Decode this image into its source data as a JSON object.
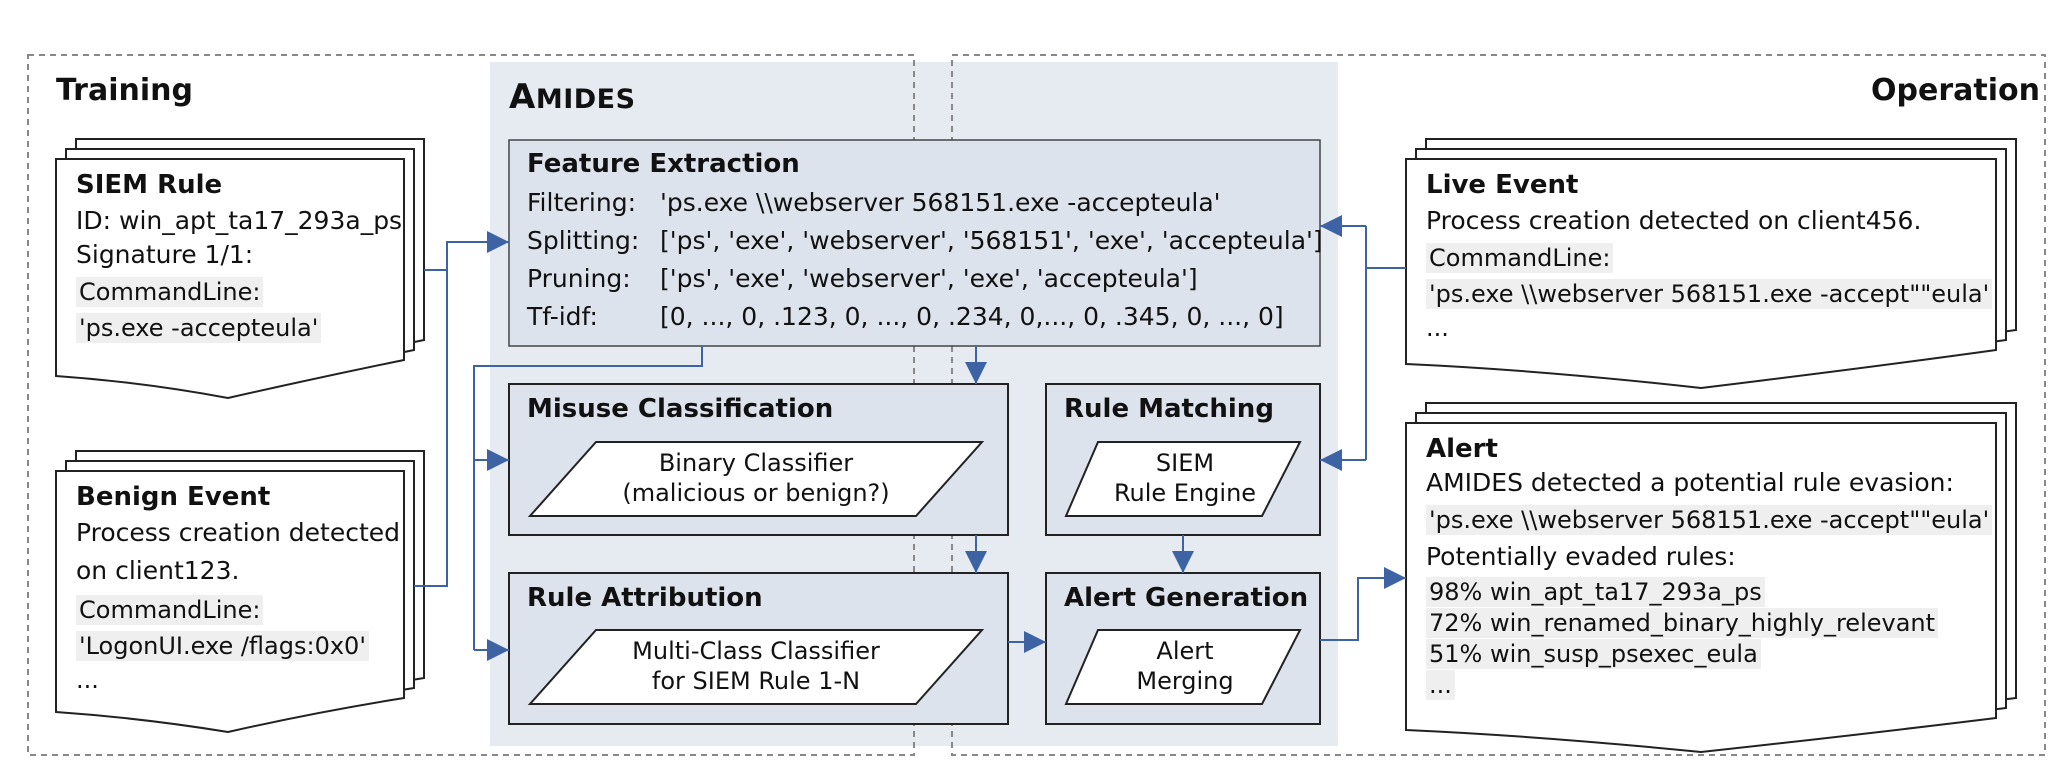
{
  "sections": {
    "training": "Training",
    "operation": "Operation",
    "amides_first": "A",
    "amides_rest": "MIDES"
  },
  "siem_rule": {
    "title": "SIEM Rule",
    "id_line": "ID: win_apt_ta17_293a_ps",
    "signature": "Signature 1/1:",
    "field": "CommandLine:",
    "value": "'ps.exe -accepteula'"
  },
  "benign_event": {
    "title": "Benign Event",
    "line1": "Process creation detected",
    "line2": "on client123.",
    "field": "CommandLine:",
    "value": "'LogonUI.exe /flags:0x0'",
    "ellipsis": "..."
  },
  "feature_extraction": {
    "title": "Feature Extraction",
    "rows": [
      {
        "label": "Filtering:",
        "value": "'ps.exe \\\\webserver 568151.exe -accepteula'"
      },
      {
        "label": "Splitting:",
        "value": "['ps', 'exe', 'webserver', '568151', 'exe', 'accepteula']"
      },
      {
        "label": "Pruning:",
        "value": "['ps', 'exe', 'webserver', 'exe', 'accepteula']"
      },
      {
        "label": "Tf-idf:",
        "value": "[0, ..., 0, .123, 0, ..., 0, .234, 0,..., 0, .345, 0, ..., 0]"
      }
    ]
  },
  "misuse_classification": {
    "title": "Misuse Classification",
    "shape_line1": "Binary Classifier",
    "shape_line2": "(malicious or benign?)"
  },
  "rule_attribution": {
    "title": "Rule Attribution",
    "shape_line1": "Multi-Class Classifier",
    "shape_line2": "for SIEM Rule 1-N"
  },
  "rule_matching": {
    "title": "Rule Matching",
    "shape_line1": "SIEM",
    "shape_line2": "Rule Engine"
  },
  "alert_generation": {
    "title": "Alert Generation",
    "shape_line1": "Alert",
    "shape_line2": "Merging"
  },
  "live_event": {
    "title": "Live Event",
    "line1": "Process creation detected on client456.",
    "field": "CommandLine:",
    "value": "'ps.exe \\\\webserver 568151.exe -accept\"\"eula'",
    "ellipsis": "..."
  },
  "alert": {
    "title": "Alert",
    "line1": "AMIDES detected a potential rule evasion:",
    "value": "'ps.exe \\\\webserver 568151.exe -accept\"\"eula'",
    "evaded_label": "Potentially evaded rules:",
    "rules": [
      "98% win_apt_ta17_293a_ps",
      "72% win_renamed_binary_highly_relevant",
      "51% win_susp_psexec_eula"
    ],
    "ellipsis": "..."
  },
  "colors": {
    "panel_bg": "#e6ebf2",
    "box_bg": "#dde3ec",
    "arrow": "#3d63a4",
    "dash": "#888888",
    "code_bg": "#efefef"
  }
}
